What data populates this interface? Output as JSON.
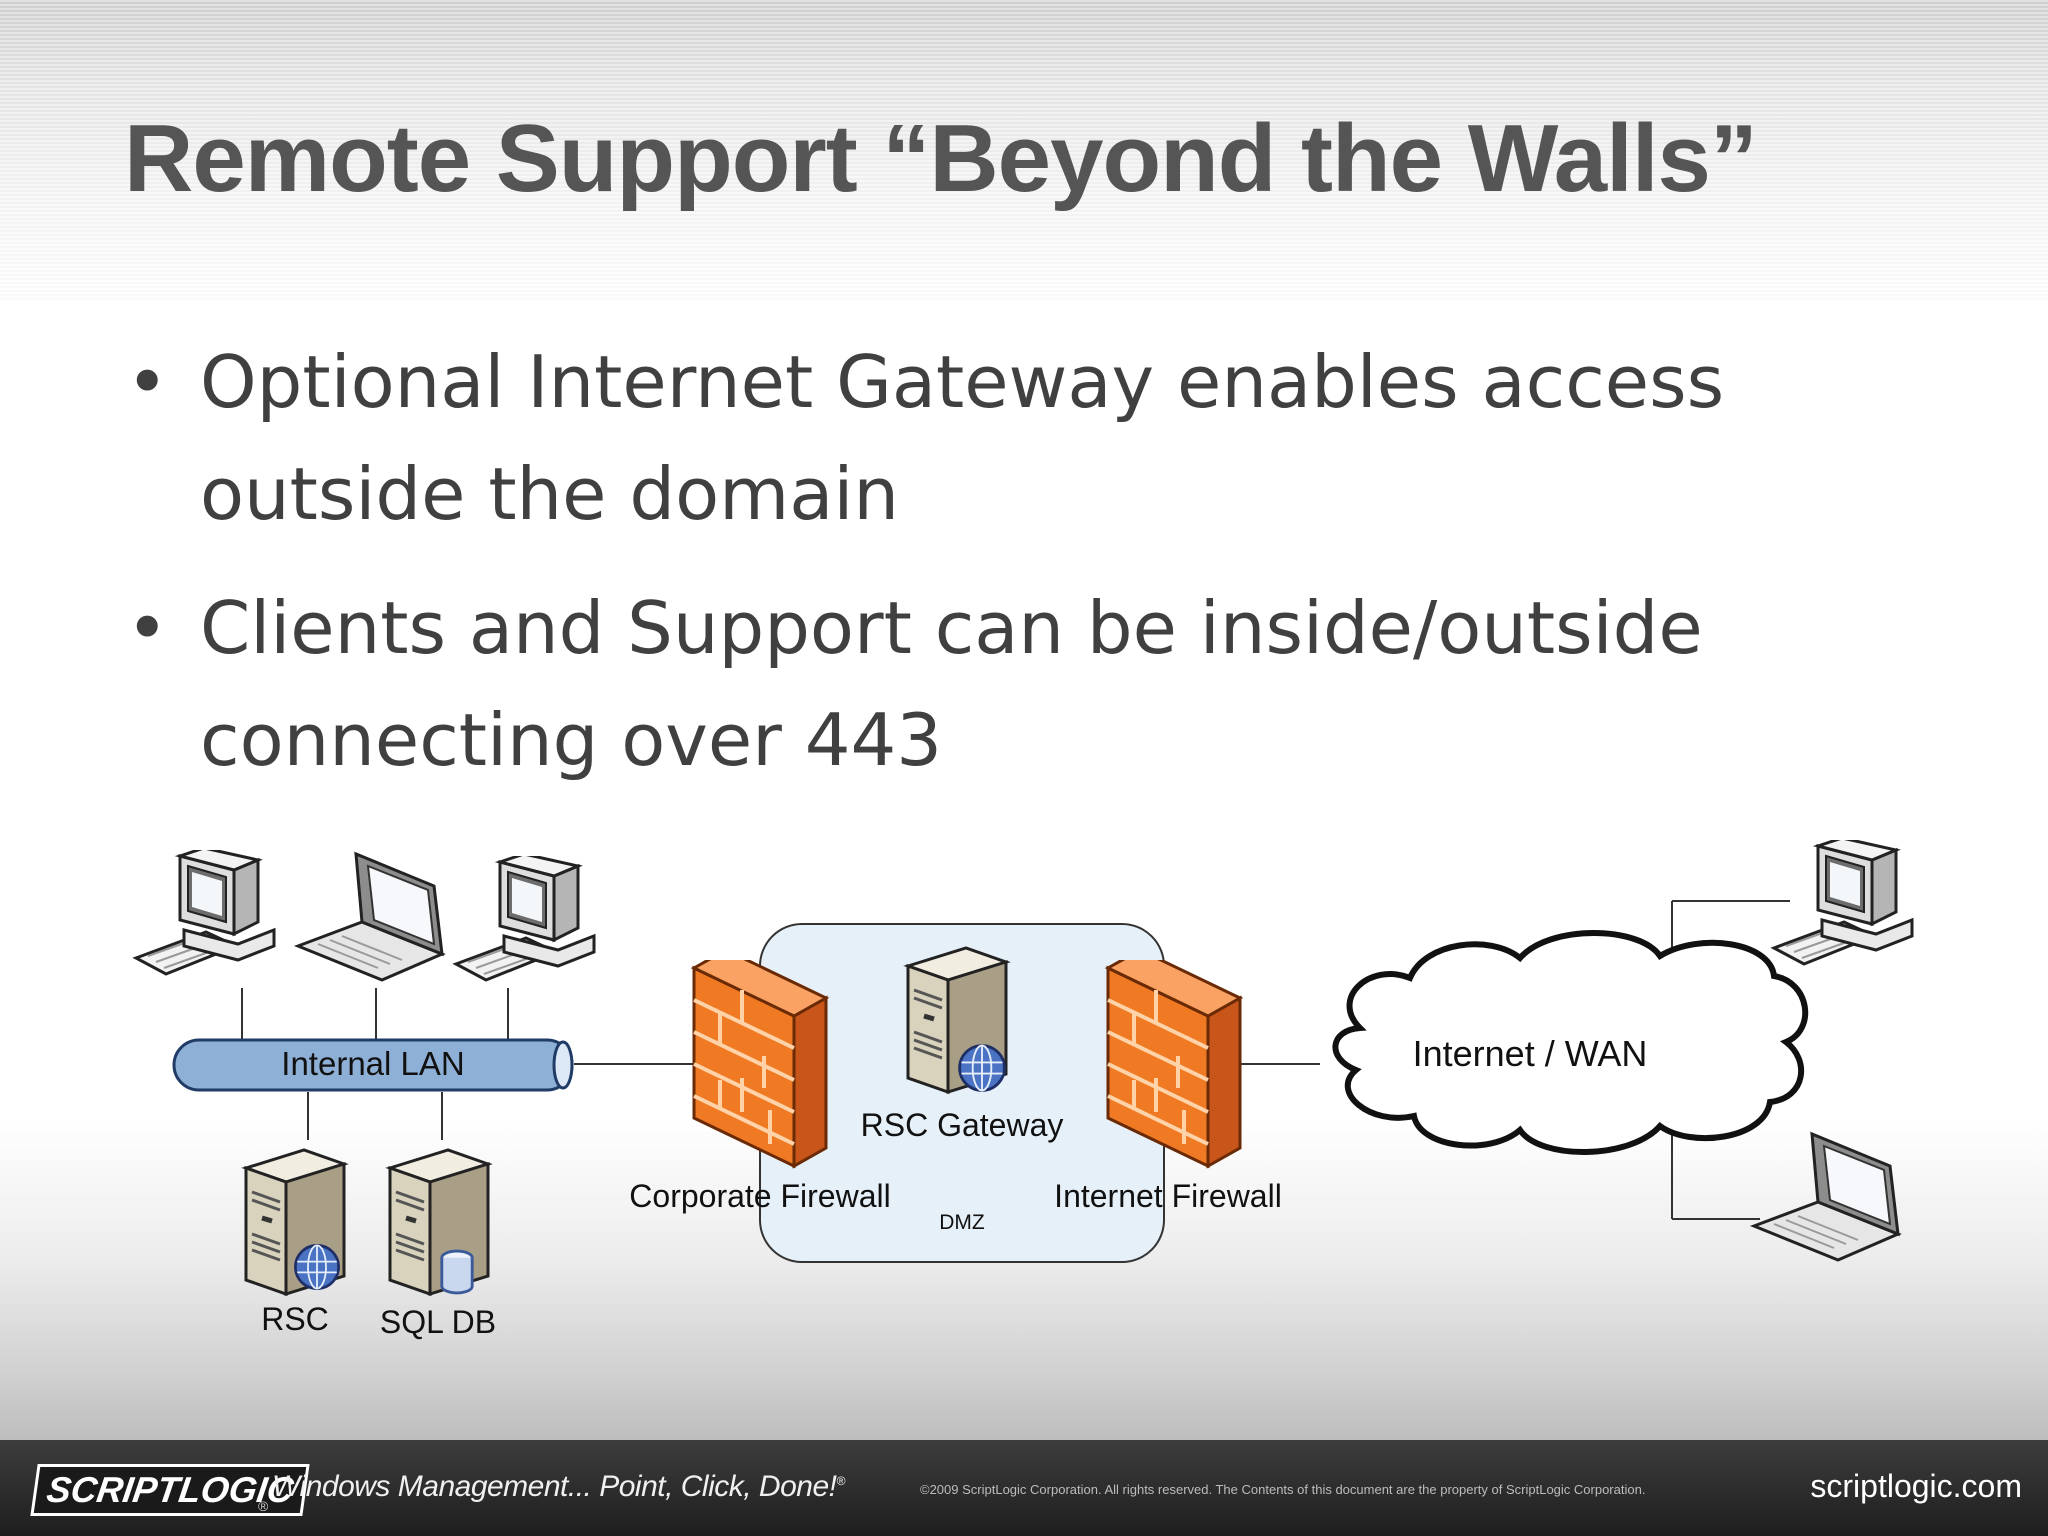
{
  "slide": {
    "title": "Remote Support “Beyond the Walls”",
    "bullets": [
      "Optional Internet Gateway enables access outside the domain",
      "Clients and Support can be inside/outside connecting over 443"
    ],
    "bullet_symbol": "•"
  },
  "diagram": {
    "internal_lan_label": "Internal LAN",
    "rsc_label": "RSC",
    "sql_db_label": "SQL DB",
    "rsc_gateway_label": "RSC Gateway",
    "corporate_firewall_label": "Corporate Firewall",
    "internet_firewall_label": "Internet Firewall",
    "dmz_label": "DMZ",
    "internet_wan_label": "Internet / WAN"
  },
  "footer": {
    "logo_text": "SCRIPTLOGIC",
    "logo_registered": "®",
    "tagline": "Windows Management... Point, Click, Done!",
    "tagline_mark": "®",
    "copyright": "©2009 ScriptLogic Corporation. All rights reserved. The Contents of this document are the property of ScriptLogic Corporation.",
    "website": "scriptlogic.com"
  },
  "colors": {
    "title": "#555555",
    "body_text": "#404040",
    "firewall": "#f07a24",
    "lan_pipe": "#8fb0d6",
    "footer_bg": "#2a2a2a"
  }
}
